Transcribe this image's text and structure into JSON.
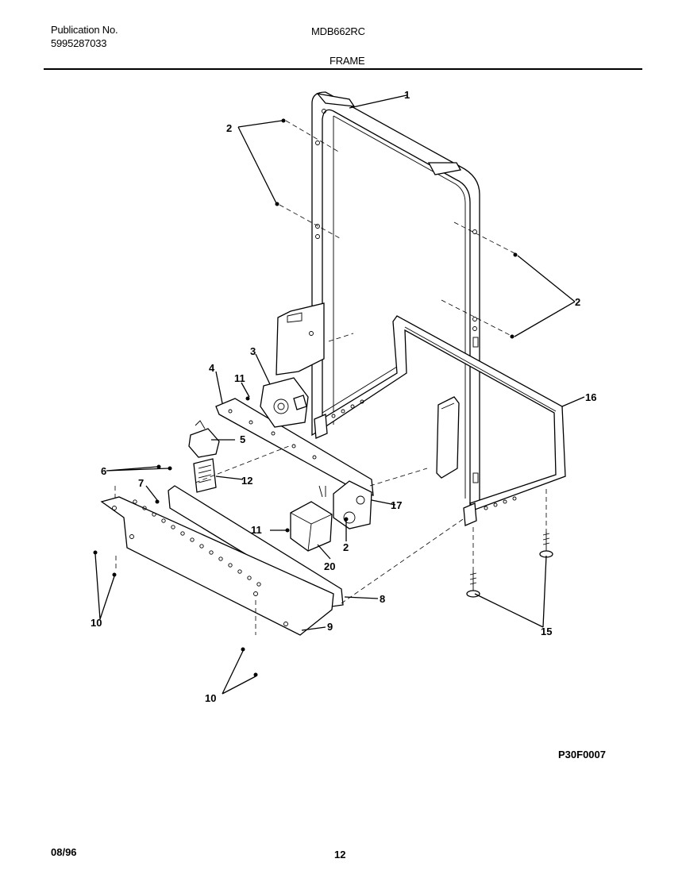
{
  "header": {
    "publication_label": "Publication No.",
    "publication_number": "5995287033",
    "model": "MDB662RC",
    "section_title": "FRAME"
  },
  "diagram": {
    "callouts": {
      "c1": "1",
      "c2a": "2",
      "c2b": "2",
      "c2c": "2",
      "c3": "3",
      "c4": "4",
      "c5": "5",
      "c6": "6",
      "c7": "7",
      "c8": "8",
      "c9": "9",
      "c10a": "10",
      "c10b": "10",
      "c11a": "11",
      "c11b": "11",
      "c12": "12",
      "c15": "15",
      "c16": "16",
      "c17": "17",
      "c20": "20"
    },
    "figure_code": "P30F0007"
  },
  "footer": {
    "date": "08/96",
    "page_number": "12"
  }
}
